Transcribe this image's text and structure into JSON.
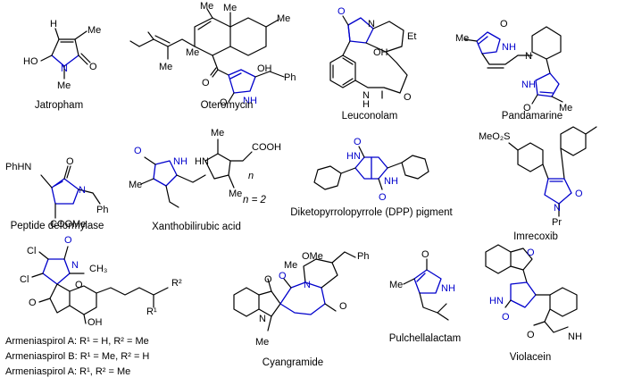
{
  "colors": {
    "bond": "#000000",
    "ring_highlight": "#0000cc",
    "background": "#ffffff"
  },
  "compounds": [
    {
      "key": "jatropham",
      "name": "Jatropham"
    },
    {
      "key": "oteromycin",
      "name": "Oteromycin"
    },
    {
      "key": "leuconolam",
      "name": "Leuconolam"
    },
    {
      "key": "pandamarine",
      "name": "Pandamarine"
    },
    {
      "key": "peptide_deformylase",
      "name": "Peptide deformylase"
    },
    {
      "key": "xanthobilirubic_acid",
      "name": "Xanthobilirubic acid",
      "note": "n = 2"
    },
    {
      "key": "dpp_pigment",
      "name": "Diketopyrrolopyrrole (DPP) pigment"
    },
    {
      "key": "imrecoxib",
      "name": "Imrecoxib"
    },
    {
      "key": "cyangramide",
      "name": "Cyangramide"
    },
    {
      "key": "pulchellalactam",
      "name": "Pulchellalactam"
    },
    {
      "key": "violacein",
      "name": "Violacein"
    }
  ],
  "armeniaspirol": {
    "lines": [
      "Armeniaspirol A: R¹ = H, R² = Me",
      "Armeniaspirol B: R¹ = Me, R² = H",
      "Armeniaspirol A: R¹, R² = Me"
    ]
  },
  "atoms": {
    "jatropham": [
      "Me",
      "HO",
      "N",
      "Me",
      "O",
      "H"
    ],
    "oteromycin": [
      "Me",
      "Me",
      "Me",
      "Me",
      "Me",
      "O",
      "OH",
      "Ph",
      "O",
      "NH"
    ],
    "leuconolam": [
      "O",
      "N",
      "OH",
      "Et",
      "N",
      "H",
      "O"
    ],
    "pandamarine": [
      "Me",
      "O",
      "NH",
      "N",
      "NH",
      "O",
      "Me"
    ],
    "peptide_deformylase": [
      "PhHN",
      "O",
      "N",
      "Ph",
      "COOMe"
    ],
    "xanthobilirubic_acid": [
      "O",
      "NH",
      "HN",
      "Me",
      "Me",
      "Me",
      "COOH",
      "n"
    ],
    "dpp_pigment": [
      "O",
      "HN",
      "NH",
      "O"
    ],
    "imrecoxib": [
      "MeO₂S",
      "N",
      "Pr",
      "O"
    ],
    "armeniaspirol": [
      "Cl",
      "Cl",
      "O",
      "N",
      "CH₃",
      "O",
      "O",
      "OH",
      "R¹",
      "R²"
    ],
    "cyangramide": [
      "OMe",
      "Me",
      "O",
      "N",
      "Ph",
      "O",
      "N",
      "Me",
      "O"
    ],
    "pulchellalactam": [
      "O",
      "NH",
      "Me"
    ],
    "violacein": [
      "O",
      "HN",
      "O",
      "NH",
      "O"
    ]
  }
}
